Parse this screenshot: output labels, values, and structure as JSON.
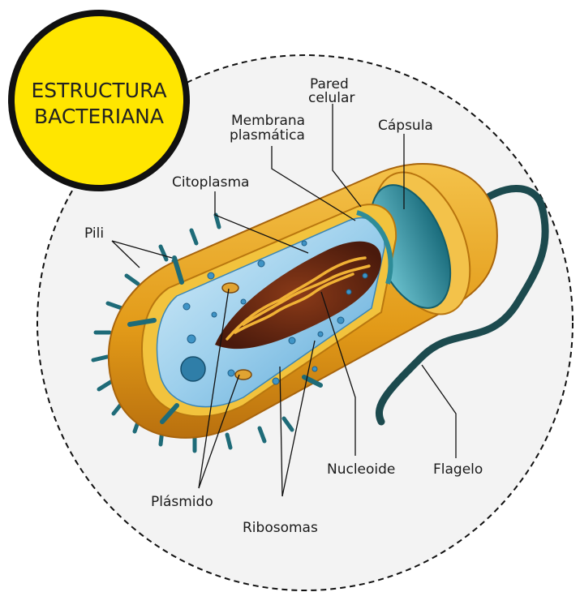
{
  "title": {
    "line1": "ESTRUCTURA",
    "line2": "BACTERIANA"
  },
  "labels": {
    "pared": [
      "Pared",
      "celular"
    ],
    "membrana": [
      "Membrana",
      "plasmática"
    ],
    "capsula": "Cápsula",
    "citoplasma": "Citoplasma",
    "pili": "Pili",
    "plasmido": "Plásmido",
    "ribosomas": "Ribosomas",
    "nucleoide": "Nucleoide",
    "flagelo": "Flagelo"
  },
  "colors": {
    "badge": "#ffe600",
    "capsule": "#e8a21c",
    "wall": "#1e7c8c",
    "cytoplasm": "#9fd0ec",
    "nucleoid": "#c98a1e",
    "flagellum": "#1c4a4e"
  }
}
